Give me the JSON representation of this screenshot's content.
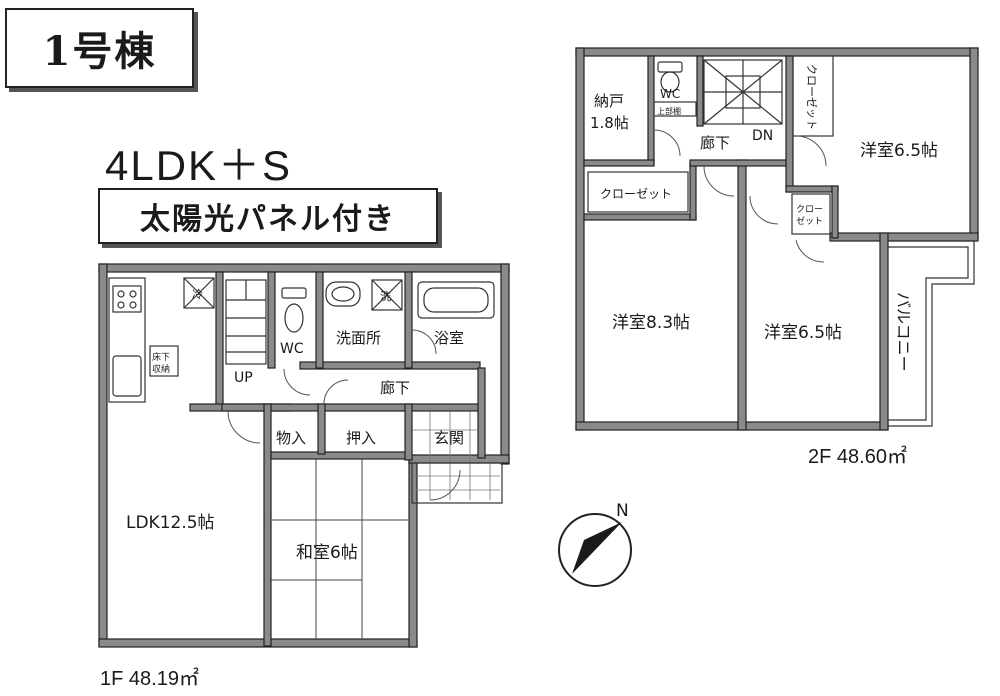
{
  "building": {
    "title": "1号棟"
  },
  "plan": {
    "layout_type": "4LDK＋S",
    "feature": "太陽光パネル付き"
  },
  "floor1": {
    "area_label": "1F  48.19㎡",
    "rooms": {
      "ldk": "LDK12.5帖",
      "washitsu": "和室6帖",
      "oshiire": "押入",
      "monoire": "物入",
      "genkan": "玄関",
      "rouka": "廊下",
      "senmenjo": "洗面所",
      "yokushitsu": "浴室",
      "wc": "WC",
      "up": "UP",
      "yukashita": "床下収納",
      "sentaku": "洗",
      "reizo": "冷"
    }
  },
  "floor2": {
    "area_label": "2F  48.60㎡",
    "rooms": {
      "nando": "納戸",
      "nando_size": "1.8帖",
      "wc": "WC",
      "jyobukuro": "上部棚",
      "rouka": "廊下",
      "dn": "DN",
      "closet_vertical": "クローゼット",
      "closet_horizontal": "クローゼット",
      "closet_small_1": "クロー",
      "closet_small_2": "ゼット",
      "yoshitsu_ne": "洋室6.5帖",
      "yoshitsu_83": "洋室8.3帖",
      "yoshitsu_65": "洋室6.5帖",
      "balcony": "バルコニー"
    }
  },
  "compass": {
    "label": "N"
  }
}
